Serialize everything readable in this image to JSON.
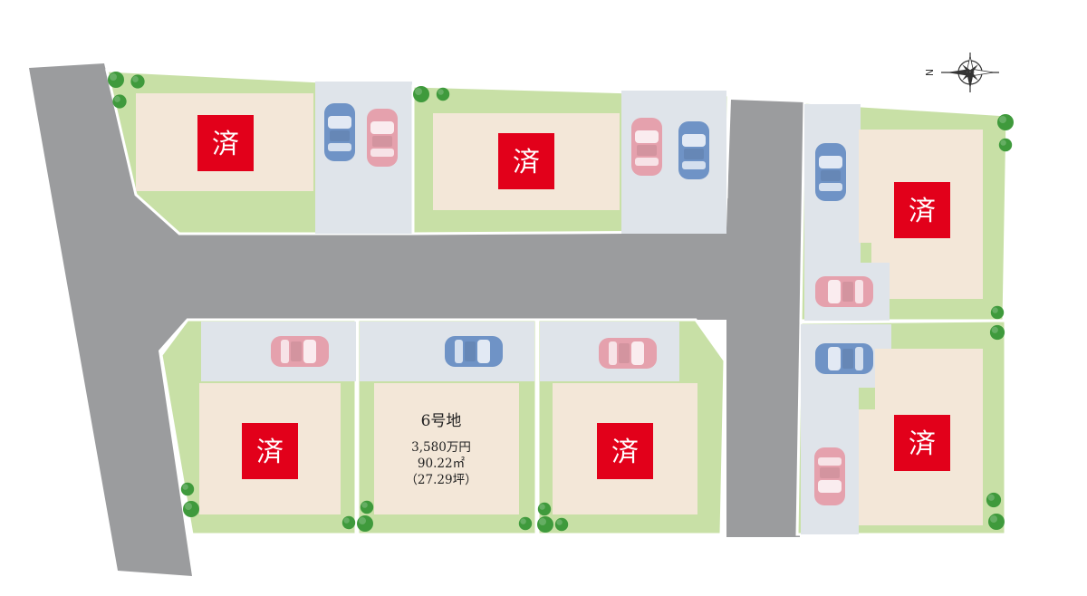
{
  "compass": {
    "label": "N"
  },
  "sold_marker": "済",
  "lots": [
    {
      "id": "lot-top-left",
      "status": "sold"
    },
    {
      "id": "lot-top-middle",
      "status": "sold"
    },
    {
      "id": "lot-right-upper",
      "status": "sold"
    },
    {
      "id": "lot-bottom-left",
      "status": "sold"
    },
    {
      "id": "lot-6",
      "status": "available",
      "name": "6号地",
      "price": "3,580万円",
      "area_sqm": "90.22㎡",
      "area_tsubo": "（27.29坪）"
    },
    {
      "id": "lot-bottom-right",
      "status": "sold"
    },
    {
      "id": "lot-right-lower",
      "status": "sold"
    }
  ],
  "colors": {
    "road": "#9b9c9e",
    "garden": "#c8e0a6",
    "house": "#f3e7d8",
    "parking": "#dfe4ea",
    "border": "#ffffff",
    "sold_badge": "#e2001a",
    "car_pink": "#e5a1ad",
    "car_blue": "#6f93c6",
    "tree": "#3f9a3c"
  }
}
